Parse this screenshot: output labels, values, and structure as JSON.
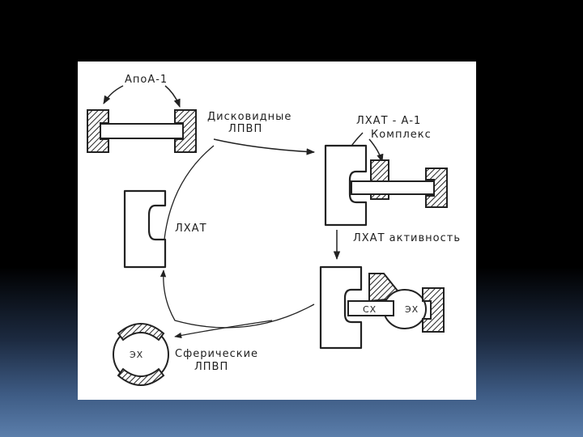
{
  "diagram": {
    "labels": {
      "apoa1": "АпоА-1",
      "discoid_line1": "Дисковидные",
      "discoid_line2": "ЛПВП",
      "lcat_a1_line1": "ЛХАТ - А-1",
      "lcat_a1_line2": "Комплекс",
      "lcat": "ЛХАТ",
      "lcat_activity": "ЛХАТ активность",
      "spherical_line1": "Сферические",
      "spherical_line2": "ЛПВП",
      "cholesterol": "СХ",
      "cholesterol_ester": "ЭХ"
    }
  }
}
